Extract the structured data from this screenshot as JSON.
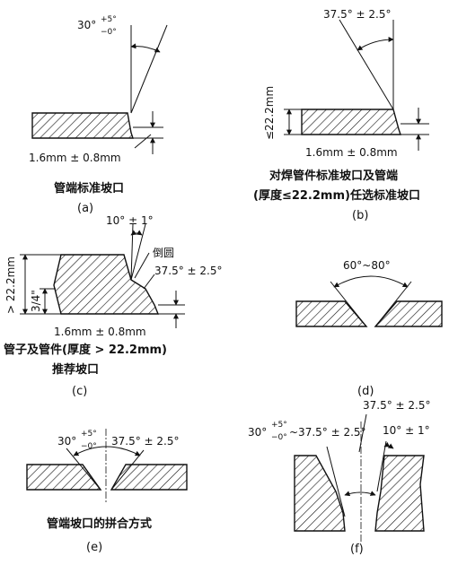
{
  "panel_a": {
    "angle_main": "30°",
    "angle_tol_upper": "+5°",
    "angle_tol_lower": "−0°",
    "root_face": "1.6mm ± 0.8mm",
    "caption": "管端标准坡口",
    "label": "(a)"
  },
  "panel_b": {
    "angle": "37.5° ± 2.5°",
    "thickness": "≤22.2mm",
    "root_face": "1.6mm ± 0.8mm",
    "caption_line1": "对焊管件标准坡口及管端",
    "caption_line2": "(厚度≤22.2mm)任选标准坡口",
    "label": "(b)"
  },
  "panel_c": {
    "angle_top": "10° ± 1°",
    "fillet_label": "倒圆",
    "angle_main": "37.5° ± 2.5°",
    "thickness": "> 22.2mm",
    "depth_fraction": "3/4\"",
    "root_face": "1.6mm ± 0.8mm",
    "caption_line1": "管子及管件(厚度 > 22.2mm)",
    "caption_line2": "推荐坡口",
    "label": "(c)"
  },
  "panel_d": {
    "angle": "60°~80°",
    "label": "(d)"
  },
  "panel_e": {
    "angle_left": "30°",
    "angle_left_tol_upper": "+5°",
    "angle_left_tol_lower": "−0°",
    "angle_right": "37.5° ± 2.5°",
    "caption": "管端坡口的拼合方式",
    "label": "(e)"
  },
  "panel_f": {
    "angle_top": "37.5° ± 2.5°",
    "angle_left": "30°",
    "angle_left_tol_upper": "+5°",
    "angle_left_tol_lower": "−0°",
    "angle_left_suffix": "~37.5° ± 2.5°",
    "angle_right": "10° ± 1°",
    "label": "(f)"
  }
}
